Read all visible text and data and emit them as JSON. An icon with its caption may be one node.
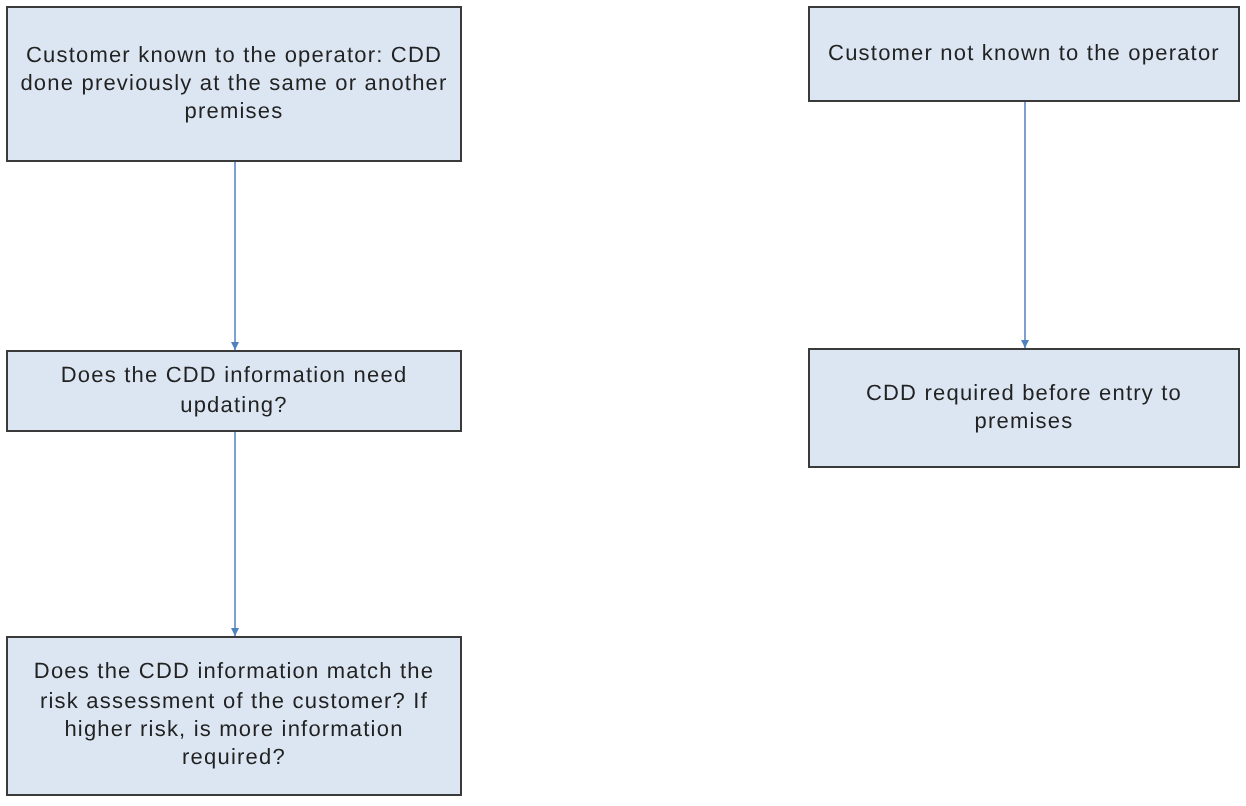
{
  "diagram": {
    "nodes": [
      {
        "text": [
          "Customer known to the operator:  CDD done previously at the same or another premises"
        ]
      },
      {
        "text": [
          "Does the CDD information need updating?"
        ]
      },
      {
        "text": [
          "Does the CDD information match the risk assessment of the customer?  If higher risk, is more information required?"
        ]
      },
      {
        "text": [
          "Customer not known to the operator"
        ]
      },
      {
        "text": [
          "CDD required before entry to premises"
        ]
      }
    ],
    "edges": [
      {
        "from": 0,
        "to": 1,
        "arrow": "to"
      },
      {
        "from": 1,
        "to": 2,
        "arrow": "to"
      },
      {
        "from": 3,
        "to": 4,
        "arrow": "to"
      }
    ]
  }
}
